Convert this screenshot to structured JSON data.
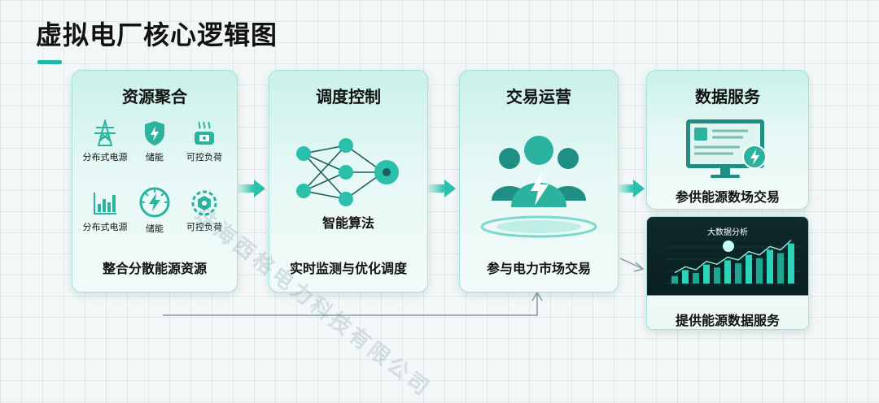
{
  "page": {
    "title": "虚拟电厂核心逻辑图"
  },
  "watermark": "珠海西格电力科技有限公司",
  "colors": {
    "accent": "#22b8a6",
    "icon": "#2bb3a0",
    "dark": "#0f2a2c"
  },
  "cards": {
    "resource": {
      "title": "资源聚合",
      "items": [
        {
          "label": "分布式电源",
          "icon": "power-tower-icon"
        },
        {
          "label": "储能",
          "icon": "shield-bolt-icon"
        },
        {
          "label": "可控负荷",
          "icon": "heat-load-icon"
        },
        {
          "label": "分布式电源",
          "icon": "bar-chart-icon"
        },
        {
          "label": "储能",
          "icon": "gauge-bolt-icon"
        },
        {
          "label": "可控负荷",
          "icon": "gear-hex-icon"
        }
      ],
      "subtitle": "整合分散能源资源"
    },
    "dispatch": {
      "title": "调度控制",
      "algo_label": "智能算法",
      "subtitle": "实时监测与优化调度"
    },
    "trade": {
      "title": "交易运营",
      "subtitle": "参与电力市场交易"
    },
    "data": {
      "title": "数据服务",
      "top_caption": "参供能源数场交易",
      "dark_title": "大数据分析",
      "bottom_caption": "提供能源数据服务",
      "bars": [
        0.18,
        0.32,
        0.25,
        0.45,
        0.38,
        0.55,
        0.48,
        0.68,
        0.6,
        0.8,
        0.72,
        0.95
      ]
    }
  }
}
